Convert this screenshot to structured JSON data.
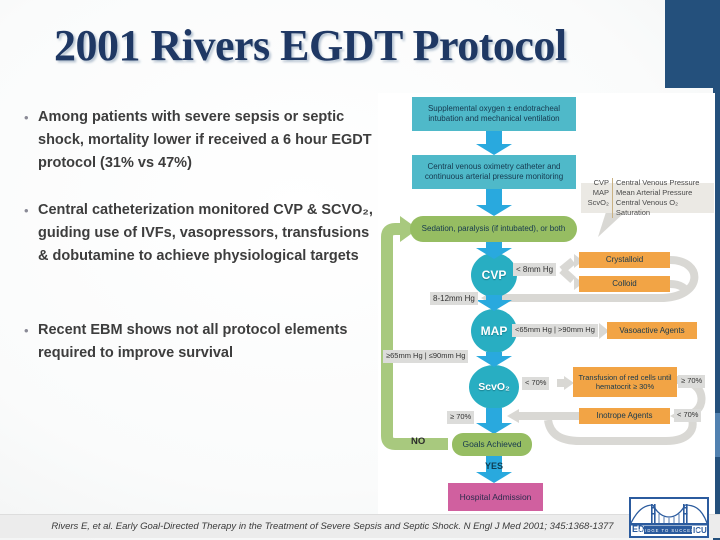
{
  "theme": {
    "navy": "#1f3864",
    "block": "#24507c",
    "barlight": "#5181b0",
    "tealbox": "#4fb9c9",
    "tealnode": "#28aec2",
    "bluearrow": "#29a9de",
    "orange": "#f2a445",
    "green": "#96bd62",
    "greenloop": "#a8c97e",
    "graylabel": "#dcdcda",
    "grayarrow": "#d9d8d4",
    "pink": "#d0609f",
    "legendbg": "#ebe9e4",
    "textdark": "#16384e",
    "bullettext": "#3d3d3d",
    "strip": "#ececec",
    "logoblue": "#2b5b9e"
  },
  "slide": {
    "title": "2001 Rivers EGDT Protocol",
    "bullets": [
      "Among patients with severe sepsis or septic shock, mortality lower if received a 6 hour EGDT protocol (31% vs 47%)",
      "Central catheterization monitored CVP & SCVO₂, guiding use of IVFs, vasopressors, transfusions & dobutamine to achieve physiological targets",
      "Recent EBM shows not all protocol elements required to improve survival"
    ],
    "citation": "Rivers E, et al. Early Goal-Directed Therapy in the Treatment of Severe Sepsis and Septic Shock. N Engl J Med 2001; 345:1368-1377"
  },
  "flowchart": {
    "steps": {
      "oxygen": "Supplemental oxygen ± endotracheal intubation and mechanical ventilation",
      "catheter": "Central venous oximetry catheter and continuous arterial pressure monitoring",
      "sedation": "Sedation, paralysis (if intubated), or both",
      "crystalloid": "Crystalloid",
      "colloid": "Colloid",
      "vasoactive": "Vasoactive Agents",
      "transfusion": "Transfusion of red cells until hematocrit ≥ 30%",
      "inotrope": "Inotrope Agents",
      "goals": "Goals Achieved",
      "admission": "Hospital Admission"
    },
    "nodes": {
      "cvp": "CVP",
      "map": "MAP",
      "scvo2": "ScvO₂"
    },
    "labels": {
      "cvp_low": "< 8mm Hg",
      "cvp_target": "8-12mm Hg",
      "map_out": "<65mm Hg | >90mm Hg",
      "map_target": "≥65mm Hg | ≤90mm Hg",
      "scvo2_low": "< 70%",
      "scvo2_high": "≥ 70%",
      "inotrope_low": "< 70%",
      "scvo2_return": "≥ 70%",
      "no": "NO",
      "yes": "YES"
    },
    "legend": {
      "rows": [
        {
          "abbr": "CVP",
          "full": "Central Venous Pressure"
        },
        {
          "abbr": "MAP",
          "full": "Mean Arterial Pressure"
        },
        {
          "abbr": "ScvO₂",
          "full": "Central Venous O₂ Saturation"
        }
      ]
    }
  },
  "logo": {
    "left": "ED",
    "right": "ICU",
    "banner": "BRIDGE TO SUCCESS"
  }
}
